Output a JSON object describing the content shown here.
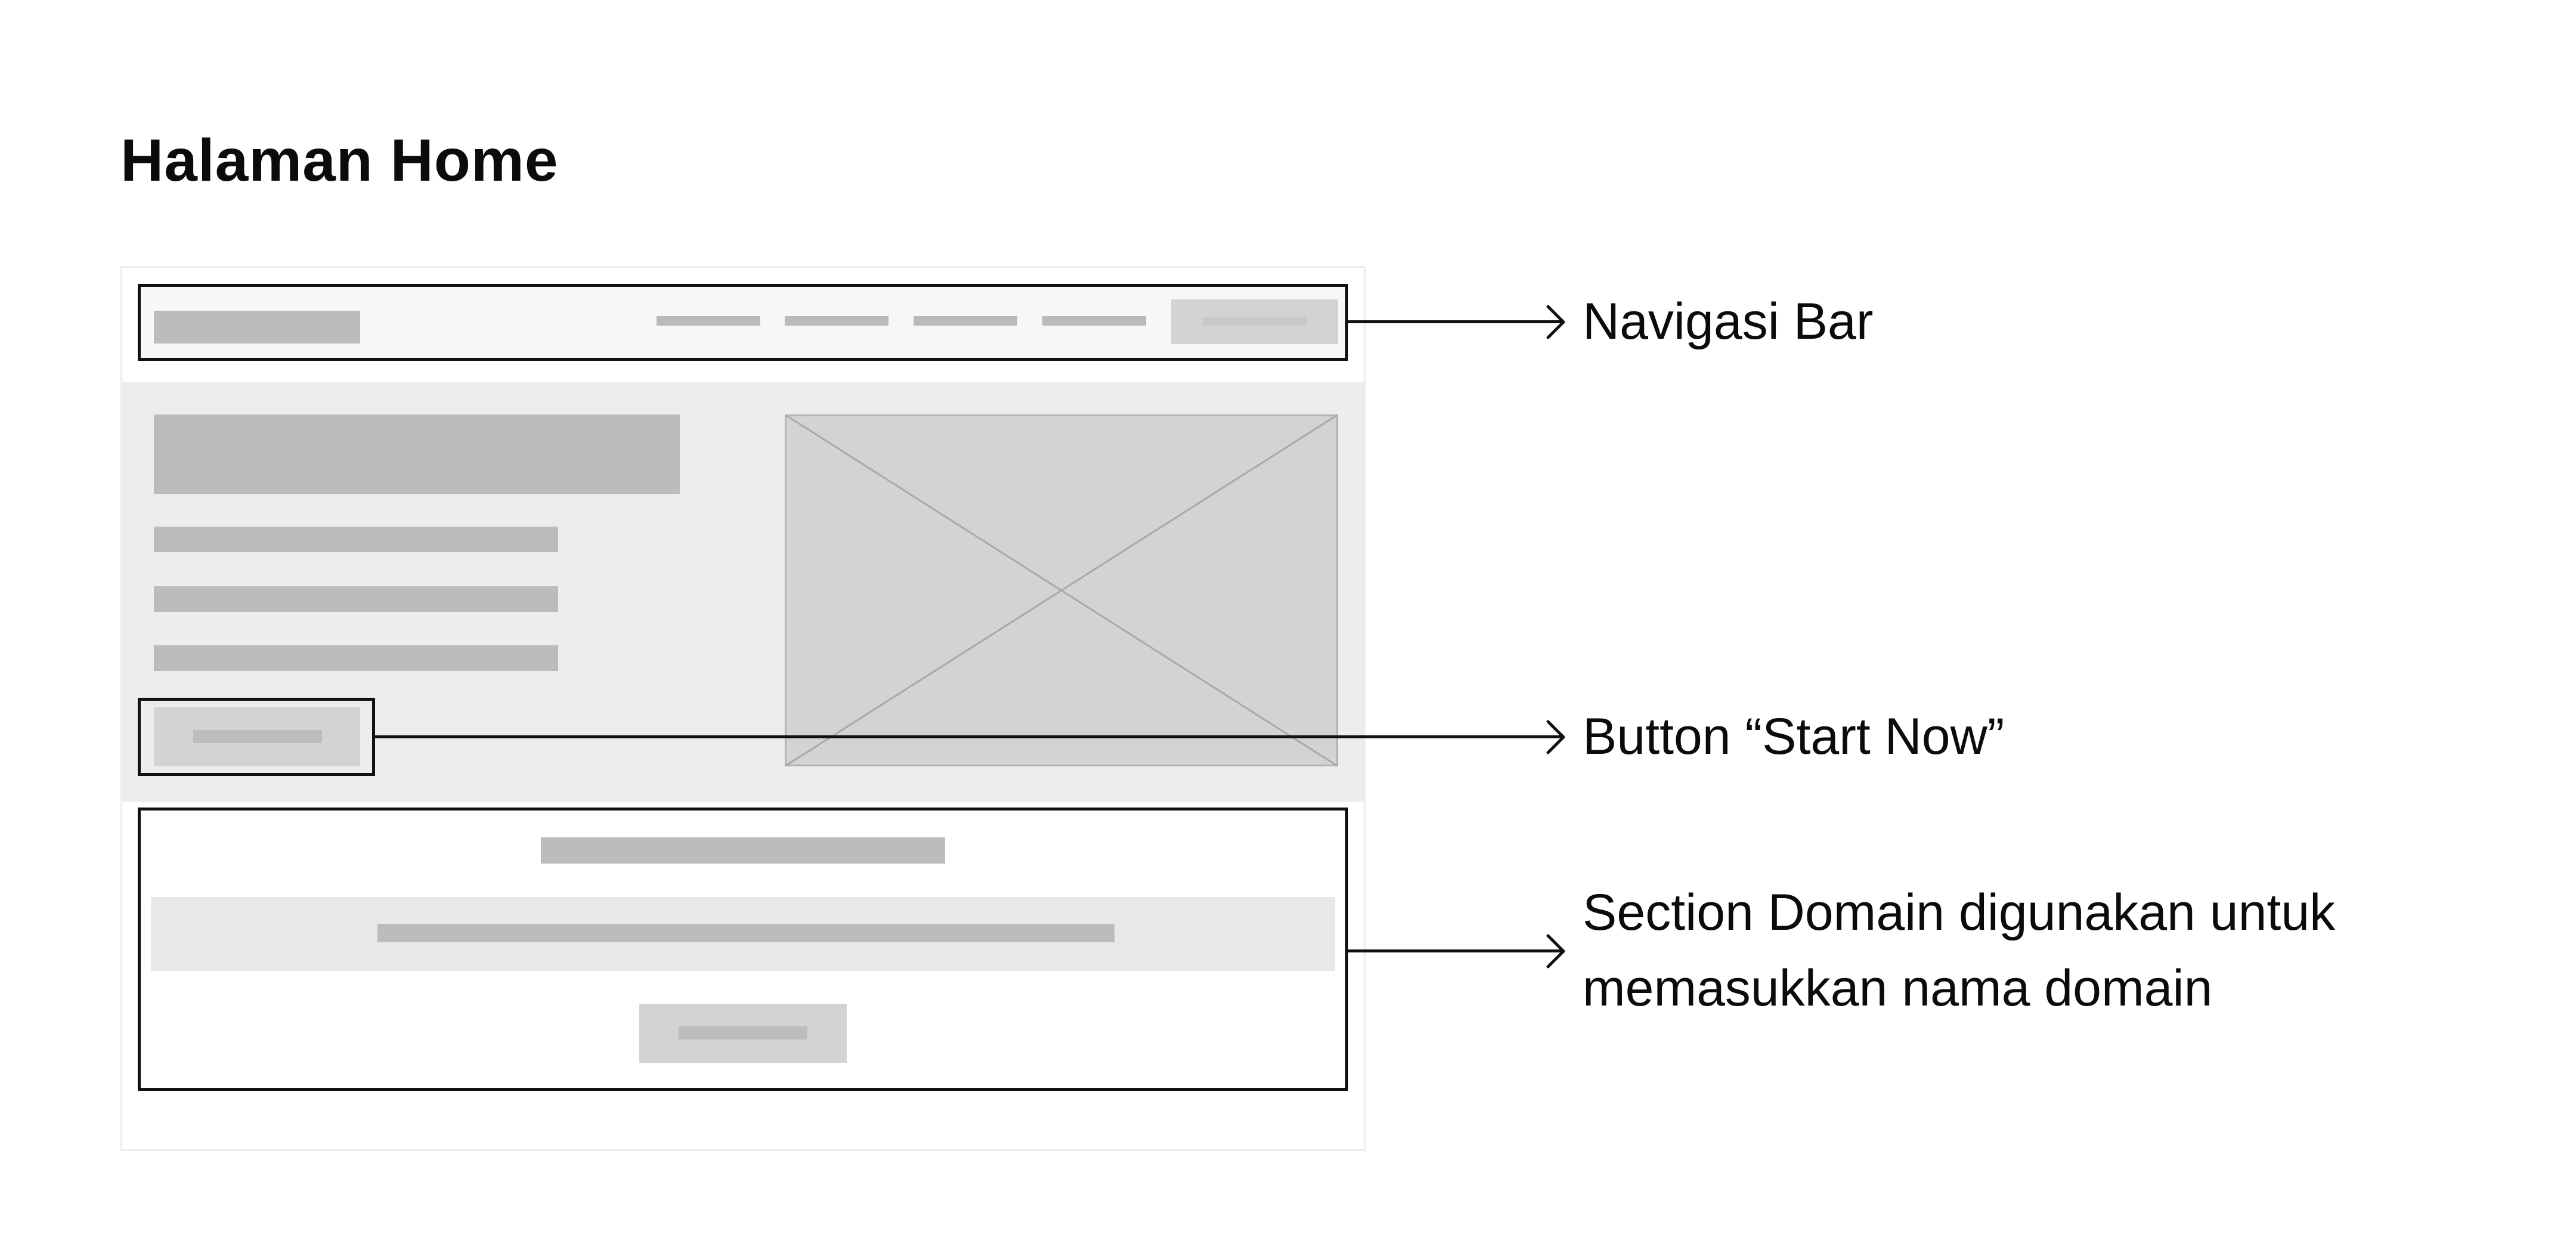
{
  "title": "Halaman Home",
  "callouts": {
    "navbar": "Navigasi Bar",
    "button": "Button “Start Now”",
    "domain_line1": "Section Domain digunakan untuk",
    "domain_line2": "memasukkan nama domain"
  },
  "colors": {
    "outline": "#111111",
    "frame_border": "#ececec",
    "nav_background": "#f7f7f7",
    "hero_background": "#ededed",
    "placeholder_dark": "#bdbcbd",
    "placeholder_image": "#d3d3d3",
    "placeholder_light": "#e8e8e8"
  },
  "icons": {
    "image_placeholder": "cross-image-icon",
    "arrows": "arrow-right-icon"
  }
}
